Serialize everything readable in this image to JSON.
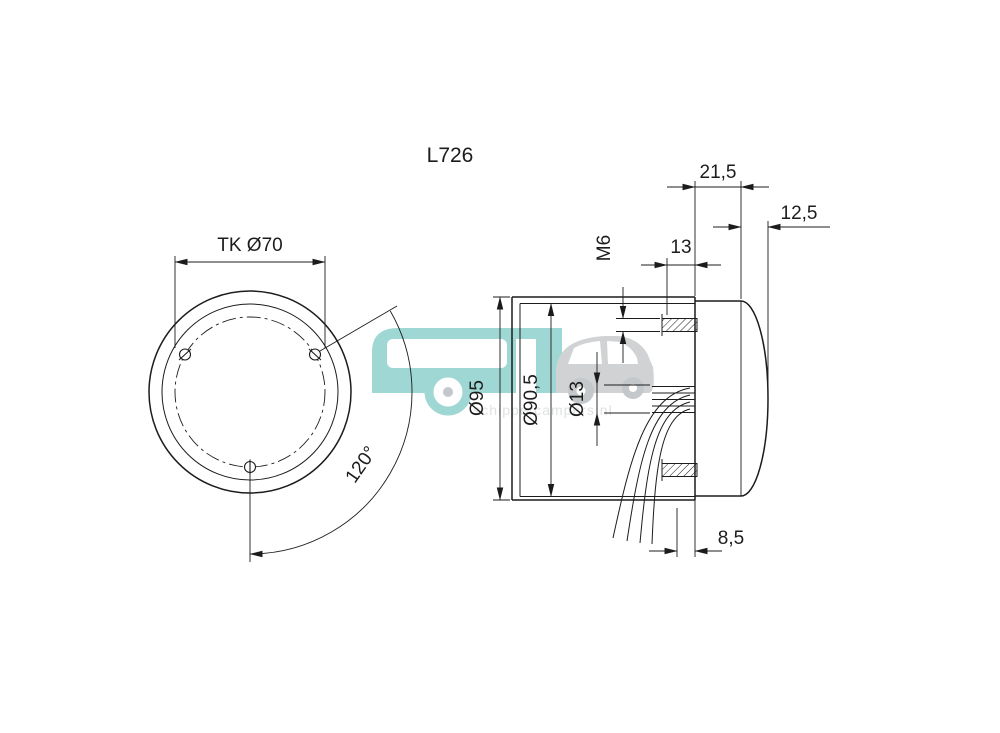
{
  "title": "L726",
  "watermark": {
    "text": "schippercampers.nl"
  },
  "front_view": {
    "bolt_circle_dim": "TK Ø70",
    "screw_angle_dim": "120°"
  },
  "side_view": {
    "overall_depth_dim": "21,5",
    "lens_protrusion_dim": "12,5",
    "stud_length_dim": "13",
    "stud_thread_dim": "M6",
    "outer_diameter_dim": "Ø95",
    "body_diameter_dim": "Ø90,5",
    "cable_diameter_dim": "Ø13",
    "rear_offset_dim": "8,5"
  },
  "colors": {
    "line": "#1c1c1c",
    "background": "#ffffff",
    "watermark_teal": "#3fb0a8",
    "watermark_grey": "#a2a7aa",
    "watermark_wheel_grey": "#8d9396",
    "watermark_text_grey": "#bfc3c5"
  }
}
